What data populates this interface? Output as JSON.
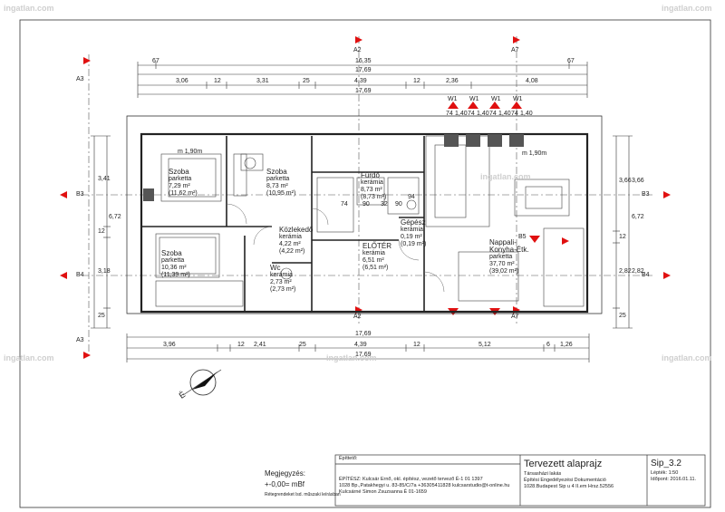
{
  "dimensions": {
    "top_row1": [
      "67",
      "16,35",
      "67"
    ],
    "top_row2": "17,69",
    "top_row3": [
      "3,06",
      "12",
      "3,31",
      "25",
      "4,39",
      "12",
      "2,36",
      "4,08"
    ],
    "top_row4": "17,69",
    "bottom_row1": "17,69",
    "bottom_row2": [
      "3,96",
      "12",
      "2,41",
      "25",
      "4,39",
      "12",
      "5,12",
      "6",
      "1,26"
    ],
    "bottom_row3": "17,69",
    "left_col1": [
      "3,41",
      "12",
      "3,18",
      "25"
    ],
    "left_col2": "6,72",
    "right_col1": [
      "3,66",
      "12",
      "2,82",
      "25"
    ],
    "right_col2": [
      "3,66",
      "6,72",
      "2,82"
    ]
  },
  "sections": {
    "a2": "A2",
    "a3": "A3",
    "a7": "A7",
    "b3": "B3",
    "b4": "B4",
    "b5": "B5"
  },
  "windows": [
    "W1",
    "W1",
    "W1",
    "W1"
  ],
  "window_dims": [
    "74",
    "1,40",
    "74",
    "1,40",
    "74",
    "1,40",
    "74",
    "1,40"
  ],
  "rooms": {
    "szoba1": {
      "name": "Szoba",
      "floor": "parketta",
      "area": "7,29 m²",
      "area2": "(11,62 m²)"
    },
    "szoba2": {
      "name": "Szoba",
      "floor": "parketta",
      "area": "8,73 m²",
      "area2": "(10,95 m²)"
    },
    "furdo": {
      "name": "Fürdő",
      "floor": "kerámia",
      "area": "8,73 m²",
      "area2": "(8,73 m²)"
    },
    "kozlekedo": {
      "name": "Közlekedő",
      "floor": "kerámia",
      "area": "4,22 m²",
      "area2": "(4,22 m²)"
    },
    "szoba3": {
      "name": "Szoba",
      "floor": "parketta",
      "area": "10,36 m²",
      "area2": "(11,39 m²)"
    },
    "wc": {
      "name": "Wc",
      "floor": "kerámia",
      "area": "2,73 m²",
      "area2": "(2,73 m²)"
    },
    "eloter": {
      "name": "ELŐTÉR",
      "floor": "kerámia",
      "area": "6,51 m²",
      "area2": "(6,51 m²)"
    },
    "gepesz": {
      "name": "Gépész",
      "floor": "kerámia",
      "area": "0,19 m²",
      "area2": "(0,19 m²)"
    },
    "nappali": {
      "name": "Nappali-",
      "name2": "Konyha-Étk.",
      "floor": "parketta",
      "area": "37,70 m²",
      "area2": "(39,02 m²)"
    }
  },
  "heights": {
    "m1": "m 1,90m",
    "m2": "m 1,90m"
  },
  "misc_dims": [
    "74",
    "90",
    "32",
    "90",
    "94"
  ],
  "title_block": {
    "client_label": "Építtető:",
    "designer": "ÉPÍTÉSZ: Kulcsár Ernő, okl. építész, vezető tervező É-1 01 1397",
    "address1": "1028 Bp.,Patakhegyi u. 83-85/C/7a +36305411828  kulcsarstudio@t-online.hu",
    "designer2": "Kulcsárné Simon Zsuzsanna É 01-1659",
    "drawing_title": "Tervezett alaprajz",
    "project_name": "Társasházi lakás",
    "project_doc": "Építési Engedélyezési Dokumentáció",
    "project_address": "1028.Budapest Sip u 4 II.em Hrsz.52556",
    "sheet_no": "Sip_3.2",
    "scale": "Lépték:   1:50",
    "date": "Időpont:  2016.01.11."
  },
  "note": {
    "line1": "Megjegyzés:",
    "line2": "+-0,00=  mBf",
    "line3": "Rétegrendeket lsd. műszaki leírásban"
  },
  "north": "É",
  "watermark": [
    "ingatlan.com",
    "ingatlan.com",
    "ingatlan.com",
    "ingatlan.com",
    "ingatlan.com",
    "ingatlan.com"
  ]
}
